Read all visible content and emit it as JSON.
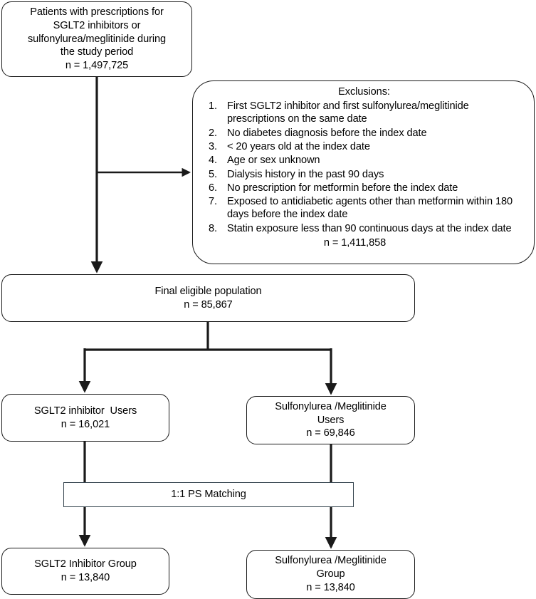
{
  "diagram": {
    "title": "Study population flow diagram",
    "stroke_color": "#1a1a1a",
    "ps_box_border_color": "#36454f",
    "background_color": "#ffffff"
  },
  "source_cohort": {
    "line1": "Patients with prescriptions for",
    "line2": "SGLT2 inhibitors or",
    "line3": "sulfonylurea/meglitinide during",
    "line4": "the study period",
    "count": "n = 1,497,725"
  },
  "exclusions": {
    "title": "Exclusions:",
    "items": [
      "First SGLT2 inhibitor and first sulfonylurea/meglitinide prescriptions on the same date",
      "No diabetes diagnosis before the index date",
      "< 20 years old at the index date",
      "Age or sex unknown",
      "Dialysis history in the past 90 days",
      "No prescription for metformin before the index date",
      "Exposed to antidiabetic agents other than metformin within 180 days before the index date",
      "Statin exposure less than 90 continuous days at the index date"
    ],
    "count": "n = 1,411,858"
  },
  "eligible": {
    "label": "Final eligible population",
    "count": "n = 85,867"
  },
  "users_left": {
    "label": "SGLT2 inhibitor  Users",
    "count": "n = 16,021"
  },
  "users_right": {
    "line1": "Sulfonylurea /Meglitinide",
    "line2": "Users",
    "count": "n = 69,846"
  },
  "matching": {
    "label": "1:1 PS Matching"
  },
  "group_left": {
    "label": "SGLT2 Inhibitor Group",
    "count": "n = 13,840"
  },
  "group_right": {
    "line1": "Sulfonylurea /Meglitinide",
    "line2": "Group",
    "count": "n = 13,840"
  }
}
